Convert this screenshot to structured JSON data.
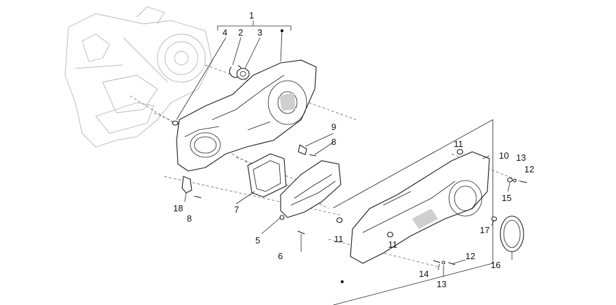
{
  "diagram": {
    "callouts": [
      {
        "id": "c1",
        "label": "1"
      },
      {
        "id": "c2",
        "label": "2"
      },
      {
        "id": "c3",
        "label": "3"
      },
      {
        "id": "c4",
        "label": "4"
      },
      {
        "id": "c5",
        "label": "5"
      },
      {
        "id": "c6",
        "label": "6"
      },
      {
        "id": "c7",
        "label": "7"
      },
      {
        "id": "c8a",
        "label": "8"
      },
      {
        "id": "c8b",
        "label": "8"
      },
      {
        "id": "c9",
        "label": "9"
      },
      {
        "id": "c10",
        "label": "10"
      },
      {
        "id": "c11a",
        "label": "11"
      },
      {
        "id": "c11b",
        "label": "11"
      },
      {
        "id": "c11c",
        "label": "11"
      },
      {
        "id": "c12a",
        "label": "12"
      },
      {
        "id": "c12b",
        "label": "12"
      },
      {
        "id": "c13a",
        "label": "13"
      },
      {
        "id": "c13b",
        "label": "13"
      },
      {
        "id": "c14",
        "label": "14"
      },
      {
        "id": "c15",
        "label": "15"
      },
      {
        "id": "c16",
        "label": "16"
      },
      {
        "id": "c17",
        "label": "17"
      },
      {
        "id": "c18",
        "label": "18"
      }
    ]
  }
}
